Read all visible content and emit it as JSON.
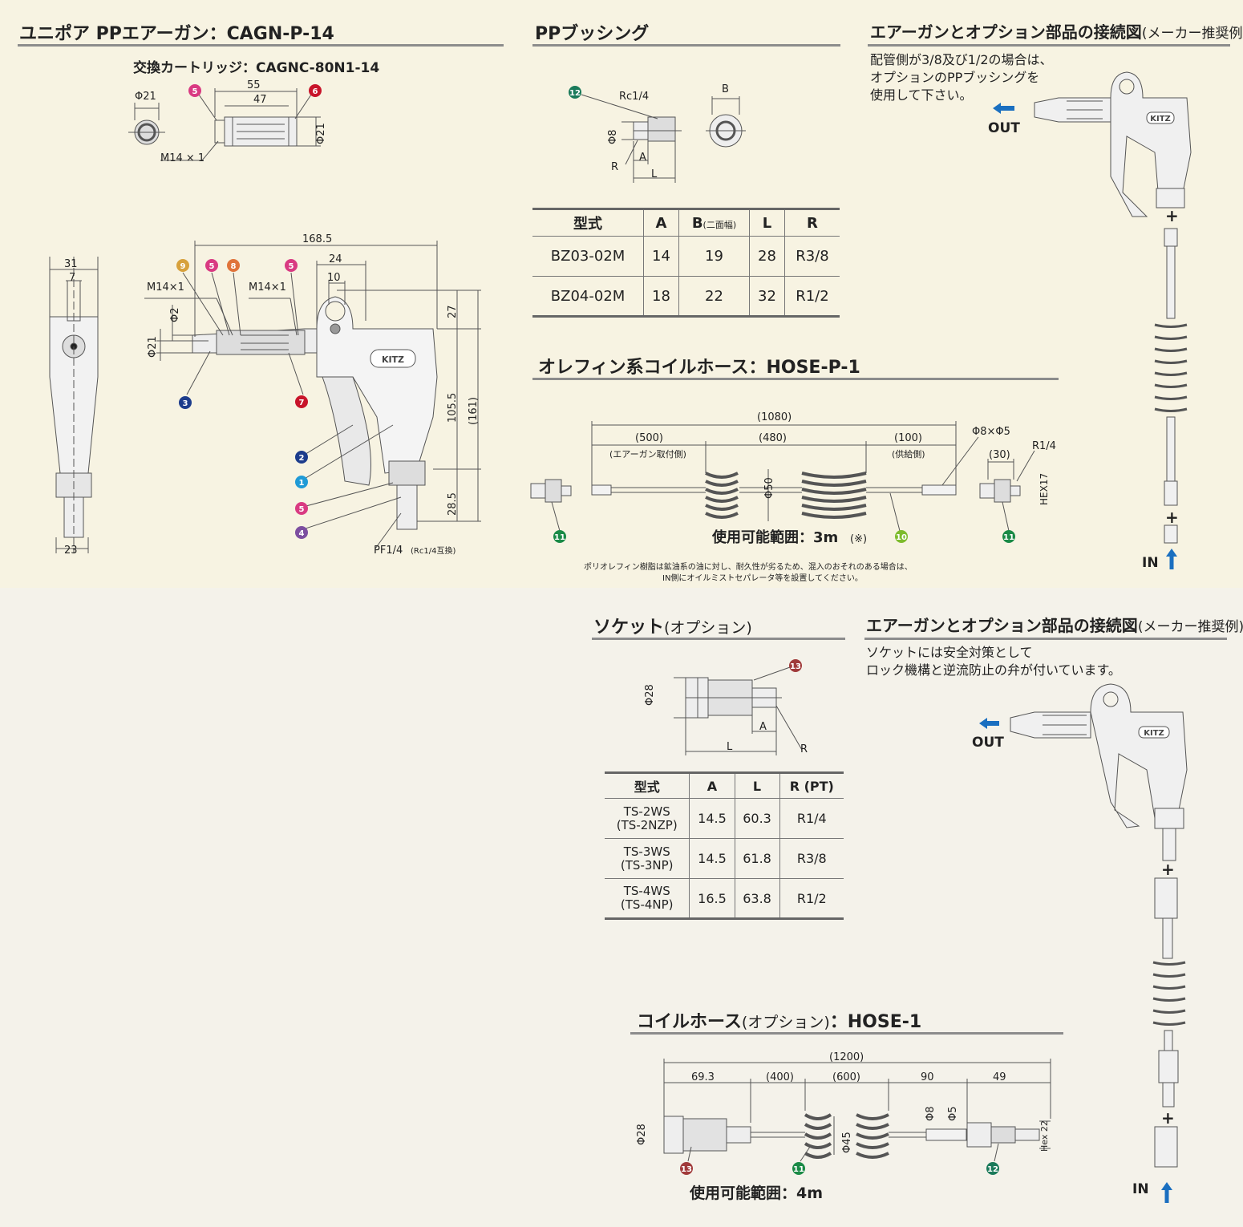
{
  "colors": {
    "accent_blue": "#1a6fc0",
    "line": "#555555",
    "rule": "#8c8c8c",
    "badge_pink": "#d93a82",
    "badge_red": "#c8142a",
    "badge_navy": "#1c3c8c",
    "badge_cyan": "#1f9ad6",
    "badge_green": "#1a8a46",
    "badge_lime": "#7dbb2c",
    "badge_orange": "#e0733a",
    "badge_gold": "#d7a13c",
    "badge_purple": "#7d4ea0",
    "badge_brown": "#a03a3a",
    "badge_teal": "#1a7a5a"
  },
  "sec1": {
    "title": "ユニポア PPエアーガン：CAGN-P-14",
    "cartridge": "交換カートリッジ：CAGNC-80N1-14",
    "dims": {
      "phi21": "Φ21",
      "d55": "55",
      "d47": "47",
      "phi21r": "Φ21",
      "m14": "M14 × 1",
      "d1685": "168.5",
      "d31": "31",
      "d7": "7",
      "d24": "24",
      "d10": "10",
      "m14a": "M14×1",
      "m14b": "M14×1",
      "phi2": "Φ2",
      "phi21c": "Φ21",
      "d27": "27",
      "d1055": "105.5",
      "d161": "(161)",
      "d285": "28.5",
      "d23": "23",
      "pf": "PF1/4",
      "pf_note": "(Rc1/4互換)"
    },
    "badges": {
      "b5": "5",
      "b6": "6",
      "b9": "9",
      "b8": "8",
      "b3": "3",
      "b7": "7",
      "b2": "2",
      "b1": "1",
      "b4": "4"
    }
  },
  "sec2": {
    "title": "PPブッシング",
    "dims": {
      "rc": "Rc1/4",
      "phi8": "Φ8",
      "a": "A",
      "l": "L",
      "r": "R",
      "b": "B"
    },
    "badge": "12",
    "table": {
      "headers": [
        "型式",
        "A",
        "B",
        "(二面幅)",
        "L",
        "R"
      ],
      "rows": [
        [
          "BZ03-02M",
          "14",
          "19",
          "28",
          "R3/8"
        ],
        [
          "BZ04-02M",
          "18",
          "22",
          "32",
          "R1/2"
        ]
      ]
    }
  },
  "sec3": {
    "title": "エアーガンとオプション部品の接続図",
    "title_opt": "(メーカー推奨例)",
    "note1": "配管側が3/8及び1/2の場合は、",
    "note2": "オプションのPPブッシングを",
    "note3": "使用して下さい。",
    "out": "OUT",
    "in": "IN",
    "plus": "+"
  },
  "sec4": {
    "title": "オレフィン系コイルホース：HOSE-P-1",
    "dims": {
      "total": "(1080)",
      "d500": "(500)",
      "d480": "(480)",
      "d100": "(100)",
      "gun_side": "(エアーガン取付側)",
      "supply_side": "(供給側)",
      "phi8": "Φ8×Φ5",
      "r14": "R1/4",
      "d30": "(30)",
      "phi50": "Φ50",
      "hex": "HEX17"
    },
    "range": "使用可能範囲：3m",
    "range_mark": "(※)",
    "b11": "11",
    "b10": "10",
    "warn1": "ポリオレフィン樹脂は鉱油系の油に対し、耐久性が劣るため、混入のおそれのある場合は、",
    "warn2": "IN側にオイルミストセパレータ等を設置してください。"
  },
  "sec5": {
    "title": "ソケット",
    "title_opt": "(オプション)",
    "dims": {
      "phi28": "Φ28",
      "a": "A",
      "l": "L",
      "r": "R"
    },
    "badge": "13",
    "table": {
      "headers": [
        "型式",
        "A",
        "L",
        "R (PT)"
      ],
      "rows": [
        [
          "TS-2WS",
          "(TS-2NZP)",
          "14.5",
          "60.3",
          "R1/4"
        ],
        [
          "TS-3WS",
          "(TS-3NP)",
          "14.5",
          "61.8",
          "R3/8"
        ],
        [
          "TS-4WS",
          "(TS-4NP)",
          "16.5",
          "63.8",
          "R1/2"
        ]
      ]
    }
  },
  "sec6": {
    "title": "エアーガンとオプション部品の接続図",
    "title_opt": "(メーカー推奨例)",
    "note1": "ソケットには安全対策として",
    "note2": "ロック機構と逆流防止の弁が付いています。",
    "out": "OUT",
    "in": "IN",
    "plus": "+"
  },
  "sec7": {
    "title": "コイルホース",
    "title_opt": "(オプション)",
    "title_tail": "：HOSE-1",
    "dims": {
      "total": "(1200)",
      "d693": "69.3",
      "d400": "(400)",
      "d600": "(600)",
      "d90": "90",
      "d49": "49",
      "phi28": "Φ28",
      "phi45": "Φ45",
      "phi8": "Φ8",
      "phi5": "Φ5",
      "hex22": "Hex 22"
    },
    "range": "使用可能範囲：4m",
    "b13": "13",
    "b11": "11",
    "b12": "12"
  },
  "logo": "KITZ"
}
